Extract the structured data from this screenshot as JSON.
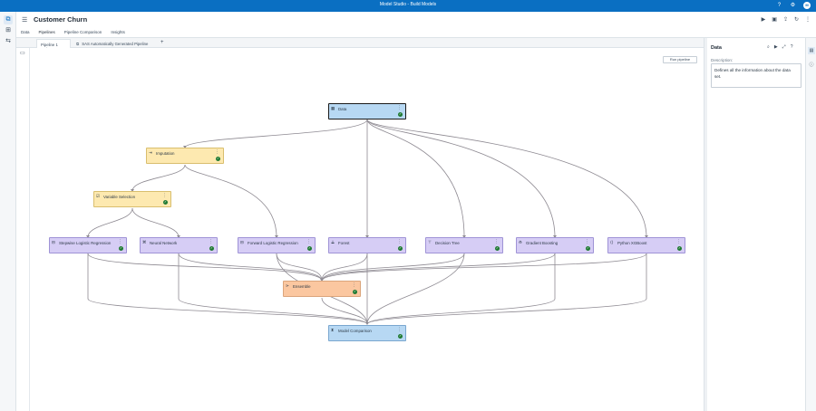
{
  "window": {
    "title": "Model Studio - Build Models",
    "avatar_initials": "M"
  },
  "project": {
    "title": "Customer Churn"
  },
  "tabs": [
    {
      "label": "Data",
      "active": false
    },
    {
      "label": "Pipelines",
      "active": true
    },
    {
      "label": "Pipeline Comparison",
      "active": false
    },
    {
      "label": "Insights",
      "active": false
    }
  ],
  "pipeline_tabs": [
    {
      "label": "Pipeline 1",
      "active": true
    },
    {
      "label": "SAS Automatically Generated Pipeline",
      "active": false
    }
  ],
  "canvas": {
    "run_button": "Run pipeline"
  },
  "nodes": {
    "data": {
      "label": "Data",
      "category": "data",
      "status": "success"
    },
    "imputation": {
      "label": "Imputation",
      "category": "data-mining-preprocessing",
      "status": "success"
    },
    "variable_selection": {
      "label": "Variable Selection",
      "category": "data-mining-preprocessing",
      "status": "success"
    },
    "stepwise_logistic": {
      "label": "Stepwise Logistic Regression",
      "category": "supervised-learning",
      "status": "success"
    },
    "neural_network": {
      "label": "Neural Network",
      "category": "supervised-learning",
      "status": "success"
    },
    "forward_logistic": {
      "label": "Forward Logistic Regression",
      "category": "supervised-learning",
      "status": "success"
    },
    "forest": {
      "label": "Forest",
      "category": "supervised-learning",
      "status": "success"
    },
    "decision_tree": {
      "label": "Decision Tree",
      "category": "supervised-learning",
      "status": "success"
    },
    "gradient_boosting": {
      "label": "Gradient Boosting",
      "category": "supervised-learning",
      "status": "success"
    },
    "python_xgboost": {
      "label": "Python XGBoost",
      "category": "supervised-learning",
      "status": "success"
    },
    "ensemble": {
      "label": "Ensemble",
      "category": "postprocessing",
      "status": "success"
    },
    "model_comparison": {
      "label": "Model Comparison",
      "category": "assessment",
      "status": "success"
    }
  },
  "right_panel": {
    "title": "Data",
    "description_label": "Description:",
    "description_value": "Defines all the information about the data set."
  },
  "colors": {
    "accent": "#0a6fc2",
    "data_node": "#b7d8f3",
    "preprocessing_node": "#fde9b0",
    "model_node": "#d6cdf5",
    "ensemble_node": "#fbc7a0",
    "status_success": "#1f7a32"
  }
}
